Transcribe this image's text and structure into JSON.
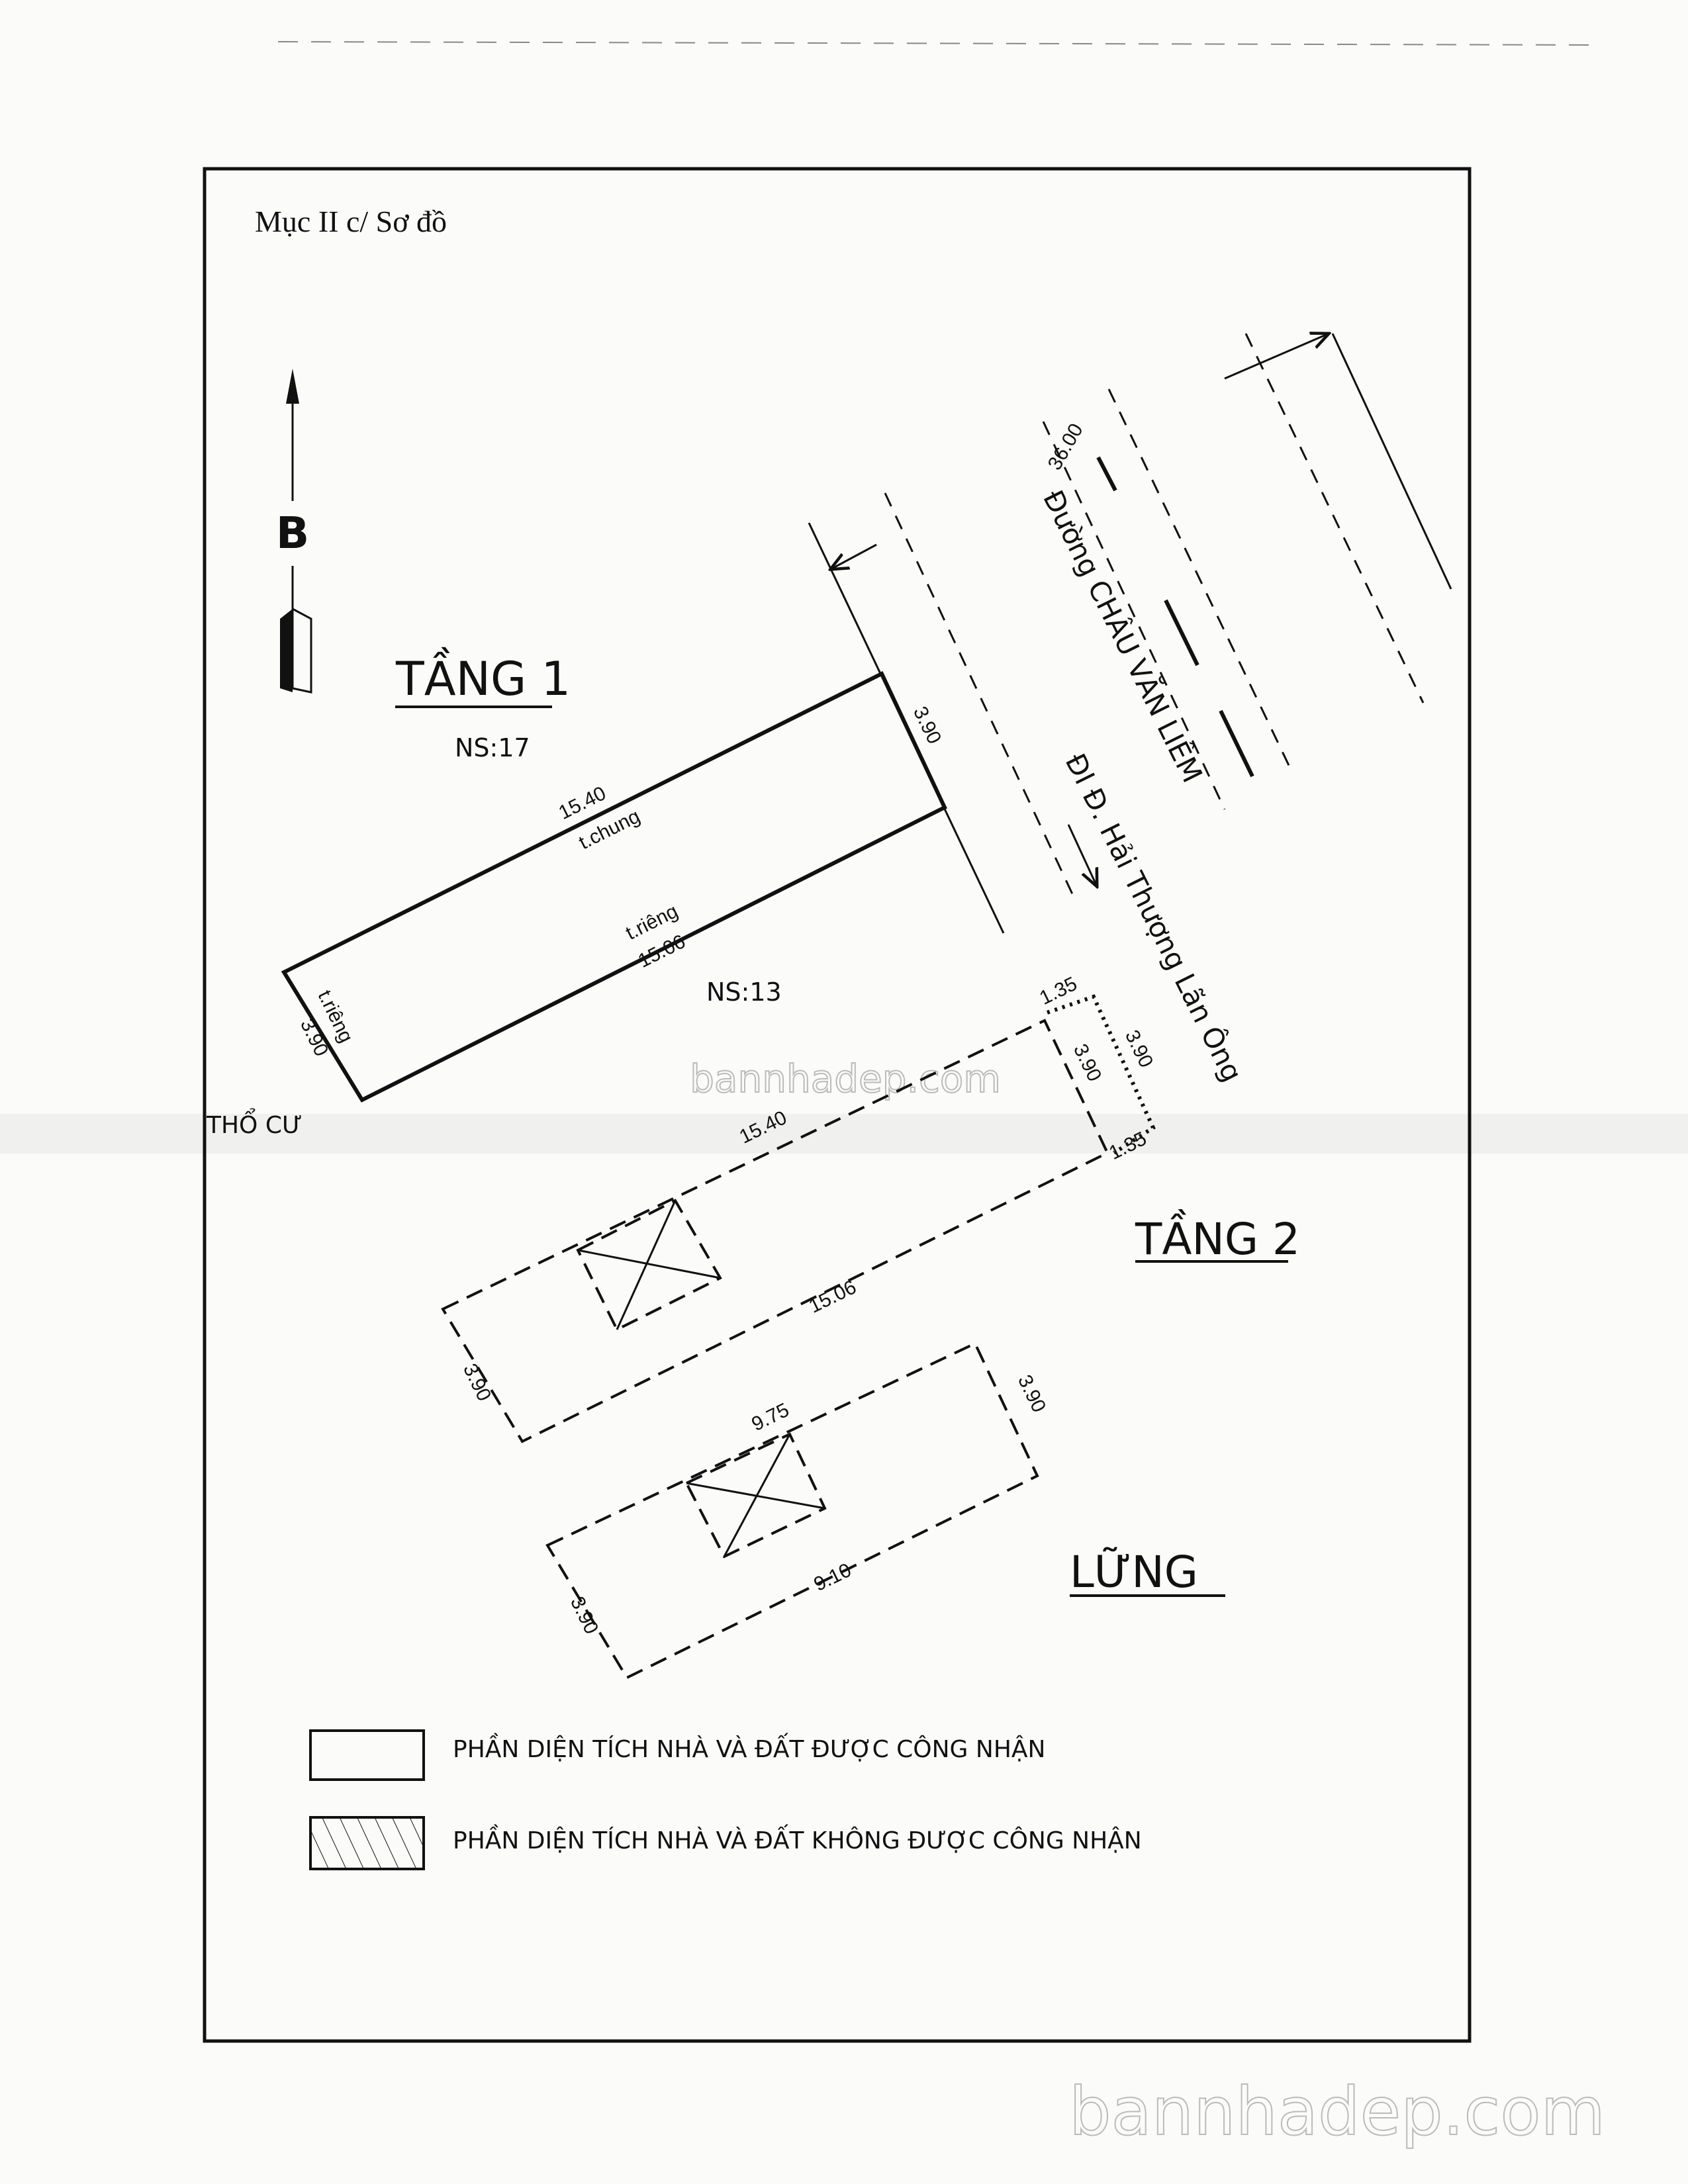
{
  "document": {
    "section_title": "Mục II c/ Sơ đồ",
    "north_label": "B",
    "watermark": "bannhadep.com"
  },
  "floor1": {
    "title": "TẦNG 1",
    "neighbor_top": "NS:17",
    "neighbor_bottom": "NS:13",
    "land_type": "THỔ CƯ",
    "top_length": "15.40",
    "top_wall": "t.chung",
    "bottom_wall": "t.riêng",
    "bottom_length": "15.06",
    "front_width": "3.90",
    "back_wall": "t.riêng",
    "back_width": "3.90"
  },
  "roads": {
    "road_width": "36.00",
    "road_name": "Đường CHÂU VĂN LIÊM",
    "direction": "ĐI Đ. Hải Thượng Lãn Ông"
  },
  "floor2": {
    "title": "TẦNG 2",
    "balcony_top": "1.35",
    "balcony_width": "3.90",
    "front_width": "3.90",
    "balcony_bottom": "1.35",
    "top_length": "15.40",
    "bottom_length": "15.06",
    "back_width": "3.90"
  },
  "mezzanine": {
    "title": "LỮNG",
    "top_length": "9.75",
    "bottom_length": "9.10",
    "front_width": "3.90",
    "back_width": "3.90"
  },
  "legend": {
    "recognized": "PHẦN DIỆN TÍCH NHÀ VÀ ĐẤT ĐƯỢC CÔNG NHẬN",
    "not_recognized": "PHẦN DIỆN TÍCH NHÀ VÀ ĐẤT KHÔNG ĐƯỢC CÔNG NHẬN"
  }
}
